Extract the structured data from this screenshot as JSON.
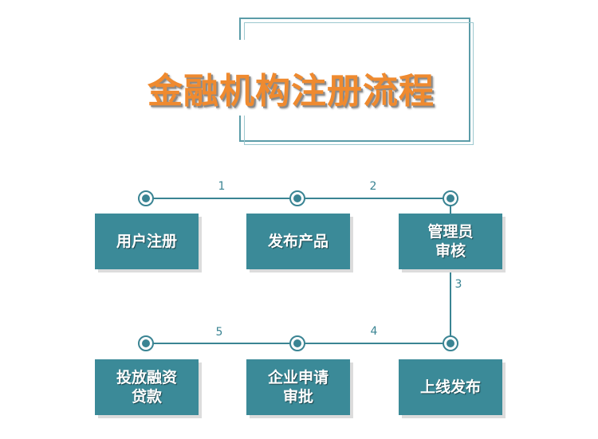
{
  "title": "金融机构注册流程",
  "colors": {
    "title": "#ef8a2f",
    "box": "#3b8a98",
    "line": "#3a8493"
  },
  "steps": [
    {
      "label": "用户注册"
    },
    {
      "label": "发布产品"
    },
    {
      "label": "管理员\n审核"
    },
    {
      "label": "上线发布"
    },
    {
      "label": "企业申请\n审批"
    },
    {
      "label": "投放融资\n贷款"
    }
  ],
  "step_numbers": [
    "1",
    "2",
    "3",
    "4",
    "5"
  ]
}
